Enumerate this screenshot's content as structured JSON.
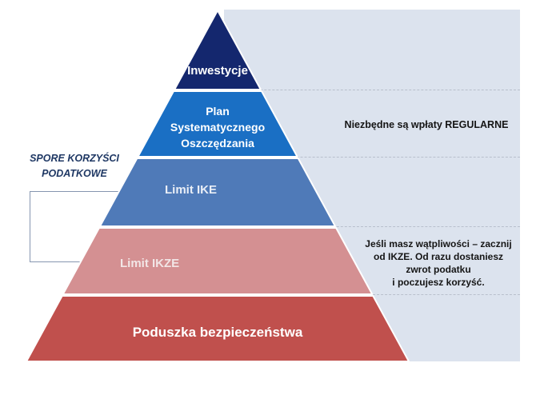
{
  "pyramid": {
    "levels": [
      {
        "id": "inwestycje",
        "label": "Inwestycje",
        "color": "#14276e"
      },
      {
        "id": "pso",
        "label": "Plan\nSystematycznego\nOszczędzania",
        "color": "#1a6fc4"
      },
      {
        "id": "ike",
        "label": "Limit IKE",
        "color": "#4f7ab8"
      },
      {
        "id": "ikze",
        "label": "Limit IKZE",
        "color": "#d49092"
      },
      {
        "id": "poduszka",
        "label": "Poduszka bezpieczeństwa",
        "color": "#c0504d"
      }
    ]
  },
  "left_annotation": {
    "label": "SPORE KORZYŚCI\nPODATKOWE",
    "color": "#1f3864"
  },
  "right_panel": {
    "background": "#dce3ee",
    "notes": [
      {
        "text": "Niezbędne są wpłaty REGULARNE"
      },
      {
        "text": "Jeśli masz wątpliwości – zacznij\nod IKZE. Od razu dostaniesz\nzwrot podatku\ni poczujesz korzyść."
      }
    ]
  }
}
